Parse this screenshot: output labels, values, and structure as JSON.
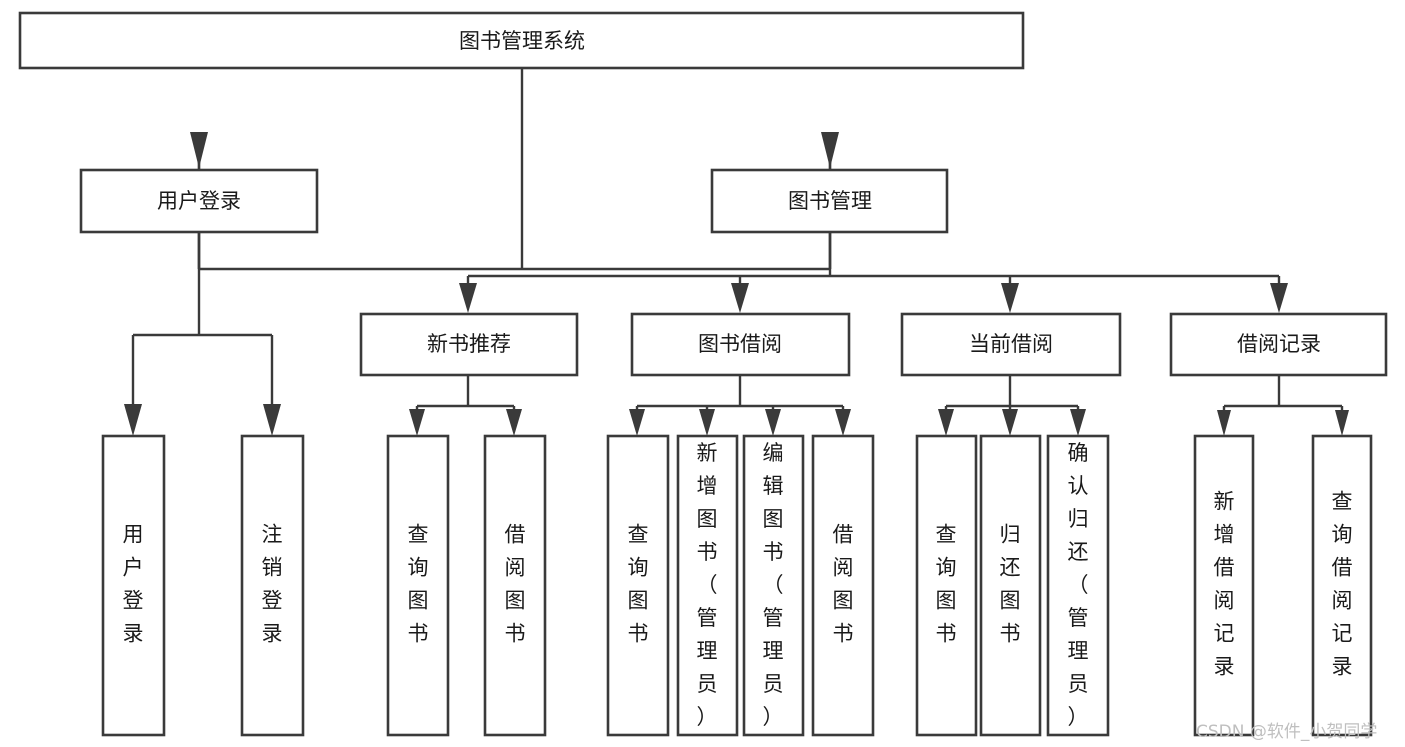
{
  "diagram": {
    "type": "tree-hierarchy",
    "title": "图书管理系统",
    "watermark": "CSDN @软件_小贺同学",
    "colors": {
      "box_stroke": "#3a3a3a",
      "box_fill": "#ffffff",
      "connector": "#3a3a3a",
      "text": "#1a1a1a",
      "background": "#ffffff",
      "watermark": "#bfbfbf"
    },
    "nodes": {
      "root": {
        "label": "图书管理系统",
        "level": 0,
        "orientation": "horizontal"
      },
      "l1": [
        {
          "id": "user-login",
          "label": "用户登录",
          "level": 1,
          "orientation": "horizontal"
        },
        {
          "id": "book-manage",
          "label": "图书管理",
          "level": 1,
          "orientation": "horizontal"
        }
      ],
      "l2": [
        {
          "id": "new-book-rec",
          "label": "新书推荐",
          "level": 2,
          "orientation": "horizontal",
          "parent": "book-manage"
        },
        {
          "id": "book-borrow",
          "label": "图书借阅",
          "level": 2,
          "orientation": "horizontal",
          "parent": "book-manage"
        },
        {
          "id": "current-borrow",
          "label": "当前借阅",
          "level": 2,
          "orientation": "horizontal",
          "parent": "book-manage"
        },
        {
          "id": "borrow-record",
          "label": "借阅记录",
          "level": 2,
          "orientation": "horizontal",
          "parent": "book-manage"
        }
      ],
      "leaves": [
        {
          "id": "leaf-user-login",
          "label": "用户登录",
          "parent": "user-login",
          "orientation": "vertical"
        },
        {
          "id": "leaf-user-logout",
          "label": "注销登录",
          "parent": "user-login",
          "orientation": "vertical"
        },
        {
          "id": "leaf-query-book-1",
          "label": "查询图书",
          "parent": "new-book-rec",
          "orientation": "vertical"
        },
        {
          "id": "leaf-borrow-book-1",
          "label": "借阅图书",
          "parent": "new-book-rec",
          "orientation": "vertical"
        },
        {
          "id": "leaf-query-book-2",
          "label": "查询图书",
          "parent": "book-borrow",
          "orientation": "vertical"
        },
        {
          "id": "leaf-add-book",
          "label": "新增图书（管理员）",
          "parent": "book-borrow",
          "orientation": "vertical"
        },
        {
          "id": "leaf-edit-book",
          "label": "编辑图书（管理员）",
          "parent": "book-borrow",
          "orientation": "vertical"
        },
        {
          "id": "leaf-borrow-book-2",
          "label": "借阅图书",
          "parent": "book-borrow",
          "orientation": "vertical"
        },
        {
          "id": "leaf-query-book-3",
          "label": "查询图书",
          "parent": "current-borrow",
          "orientation": "vertical"
        },
        {
          "id": "leaf-return-book",
          "label": "归还图书",
          "parent": "current-borrow",
          "orientation": "vertical"
        },
        {
          "id": "leaf-confirm-return",
          "label": "确认归还（管理员）",
          "parent": "current-borrow",
          "orientation": "vertical"
        },
        {
          "id": "leaf-add-record",
          "label": "新增借阅记录",
          "parent": "borrow-record",
          "orientation": "vertical"
        },
        {
          "id": "leaf-query-record",
          "label": "查询借阅记录",
          "parent": "borrow-record",
          "orientation": "vertical"
        }
      ]
    },
    "edges": [
      {
        "from": "root",
        "to": "user-login"
      },
      {
        "from": "root",
        "to": "book-manage"
      },
      {
        "from": "user-login",
        "to": "leaf-user-login"
      },
      {
        "from": "user-login",
        "to": "leaf-user-logout"
      },
      {
        "from": "book-manage",
        "to": "new-book-rec"
      },
      {
        "from": "book-manage",
        "to": "book-borrow"
      },
      {
        "from": "book-manage",
        "to": "current-borrow"
      },
      {
        "from": "book-manage",
        "to": "borrow-record"
      },
      {
        "from": "new-book-rec",
        "to": "leaf-query-book-1"
      },
      {
        "from": "new-book-rec",
        "to": "leaf-borrow-book-1"
      },
      {
        "from": "book-borrow",
        "to": "leaf-query-book-2"
      },
      {
        "from": "book-borrow",
        "to": "leaf-add-book"
      },
      {
        "from": "book-borrow",
        "to": "leaf-edit-book"
      },
      {
        "from": "book-borrow",
        "to": "leaf-borrow-book-2"
      },
      {
        "from": "current-borrow",
        "to": "leaf-query-book-3"
      },
      {
        "from": "current-borrow",
        "to": "leaf-return-book"
      },
      {
        "from": "current-borrow",
        "to": "leaf-confirm-return"
      },
      {
        "from": "borrow-record",
        "to": "leaf-add-record"
      },
      {
        "from": "borrow-record",
        "to": "leaf-query-record"
      }
    ]
  }
}
